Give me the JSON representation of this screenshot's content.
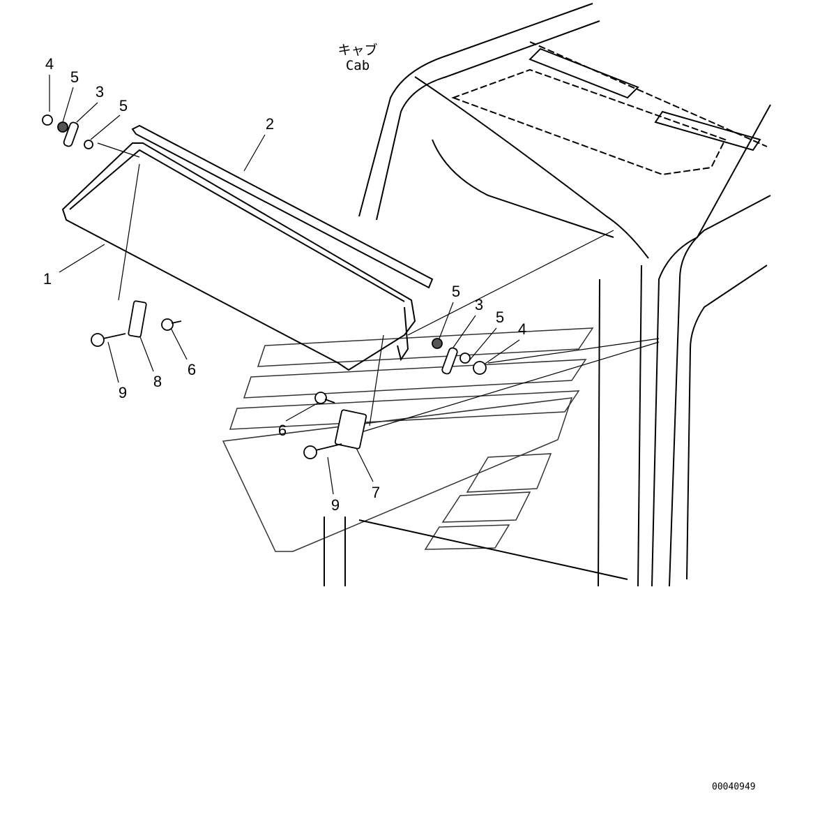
{
  "caption": {
    "jp": "キャブ",
    "en": "Cab"
  },
  "drawing_number": "00040949",
  "callouts": [
    "4",
    "5",
    "3",
    "5",
    "2",
    "1",
    "9",
    "8",
    "6",
    "5",
    "3",
    "5",
    "4",
    "6",
    "9",
    "7"
  ]
}
